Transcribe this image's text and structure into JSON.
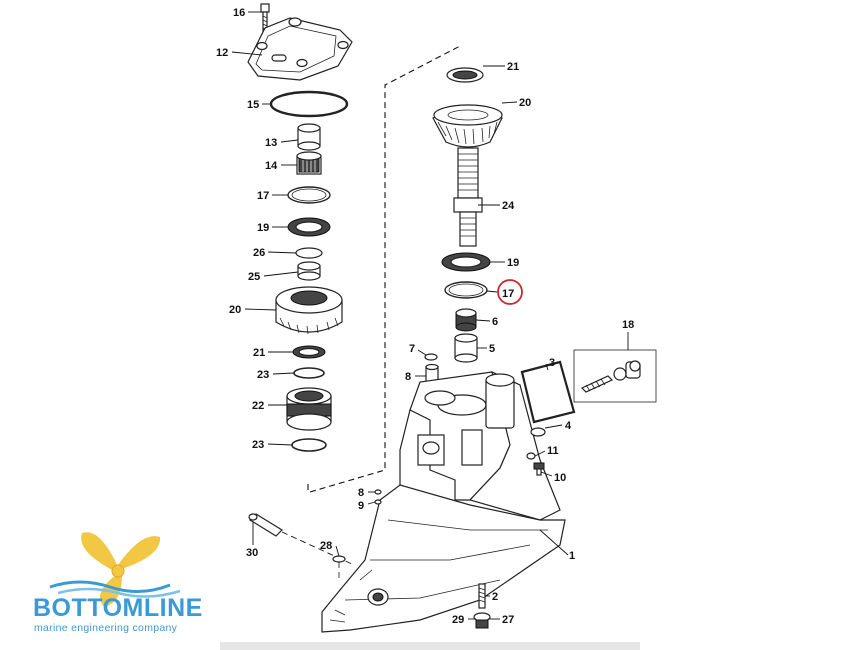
{
  "diagram": {
    "callouts": [
      "16",
      "12",
      "15",
      "13",
      "14",
      "17",
      "19",
      "26",
      "25",
      "20",
      "21",
      "23",
      "22",
      "23",
      "21",
      "20",
      "24",
      "19",
      "17",
      "6",
      "5",
      "18",
      "7",
      "8",
      "3",
      "4",
      "11",
      "10",
      "8",
      "9",
      "1",
      "30",
      "28",
      "2",
      "29",
      "27"
    ],
    "highlight_callout": "17",
    "highlight_color": "#cc2a2a"
  },
  "logo": {
    "title": "BOTTOMLINE",
    "subtitle": "marine engineering company",
    "accent": "#3a9ad6",
    "prop_color": "#f2c744"
  }
}
